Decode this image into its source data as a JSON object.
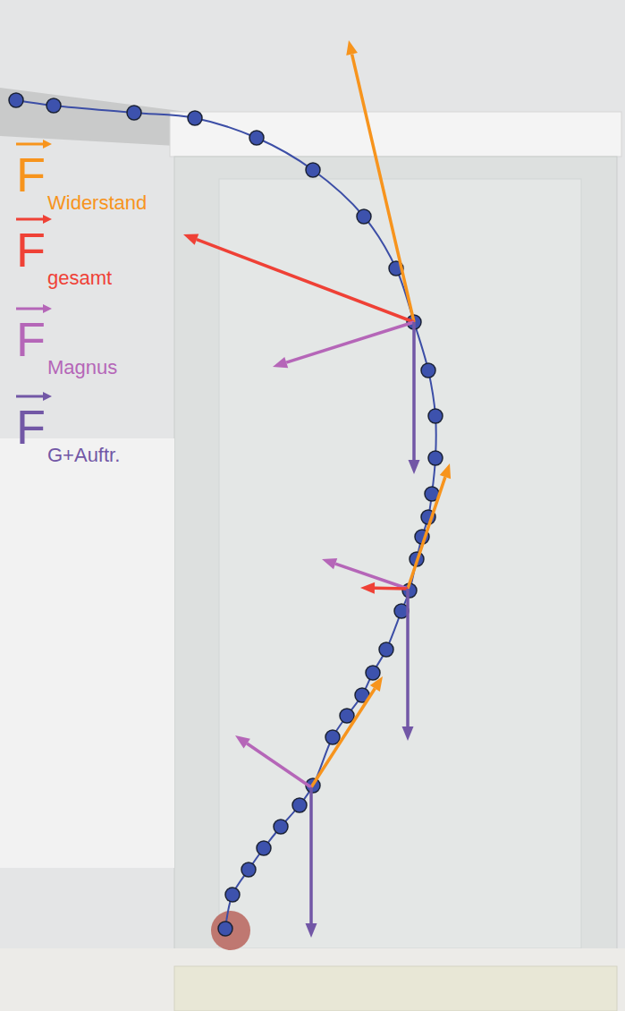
{
  "diagram": {
    "labels": [
      "F",
      "F",
      "F",
      "F"
    ],
    "legend": [
      {
        "text": "Widerstand",
        "color": "#f7941d"
      },
      {
        "text": "gesamt",
        "color": "#ef4136"
      },
      {
        "text": "Magnus",
        "color": "#b566b8"
      },
      {
        "text": "G+Auftr.",
        "color": "#7257a6"
      }
    ]
  }
}
